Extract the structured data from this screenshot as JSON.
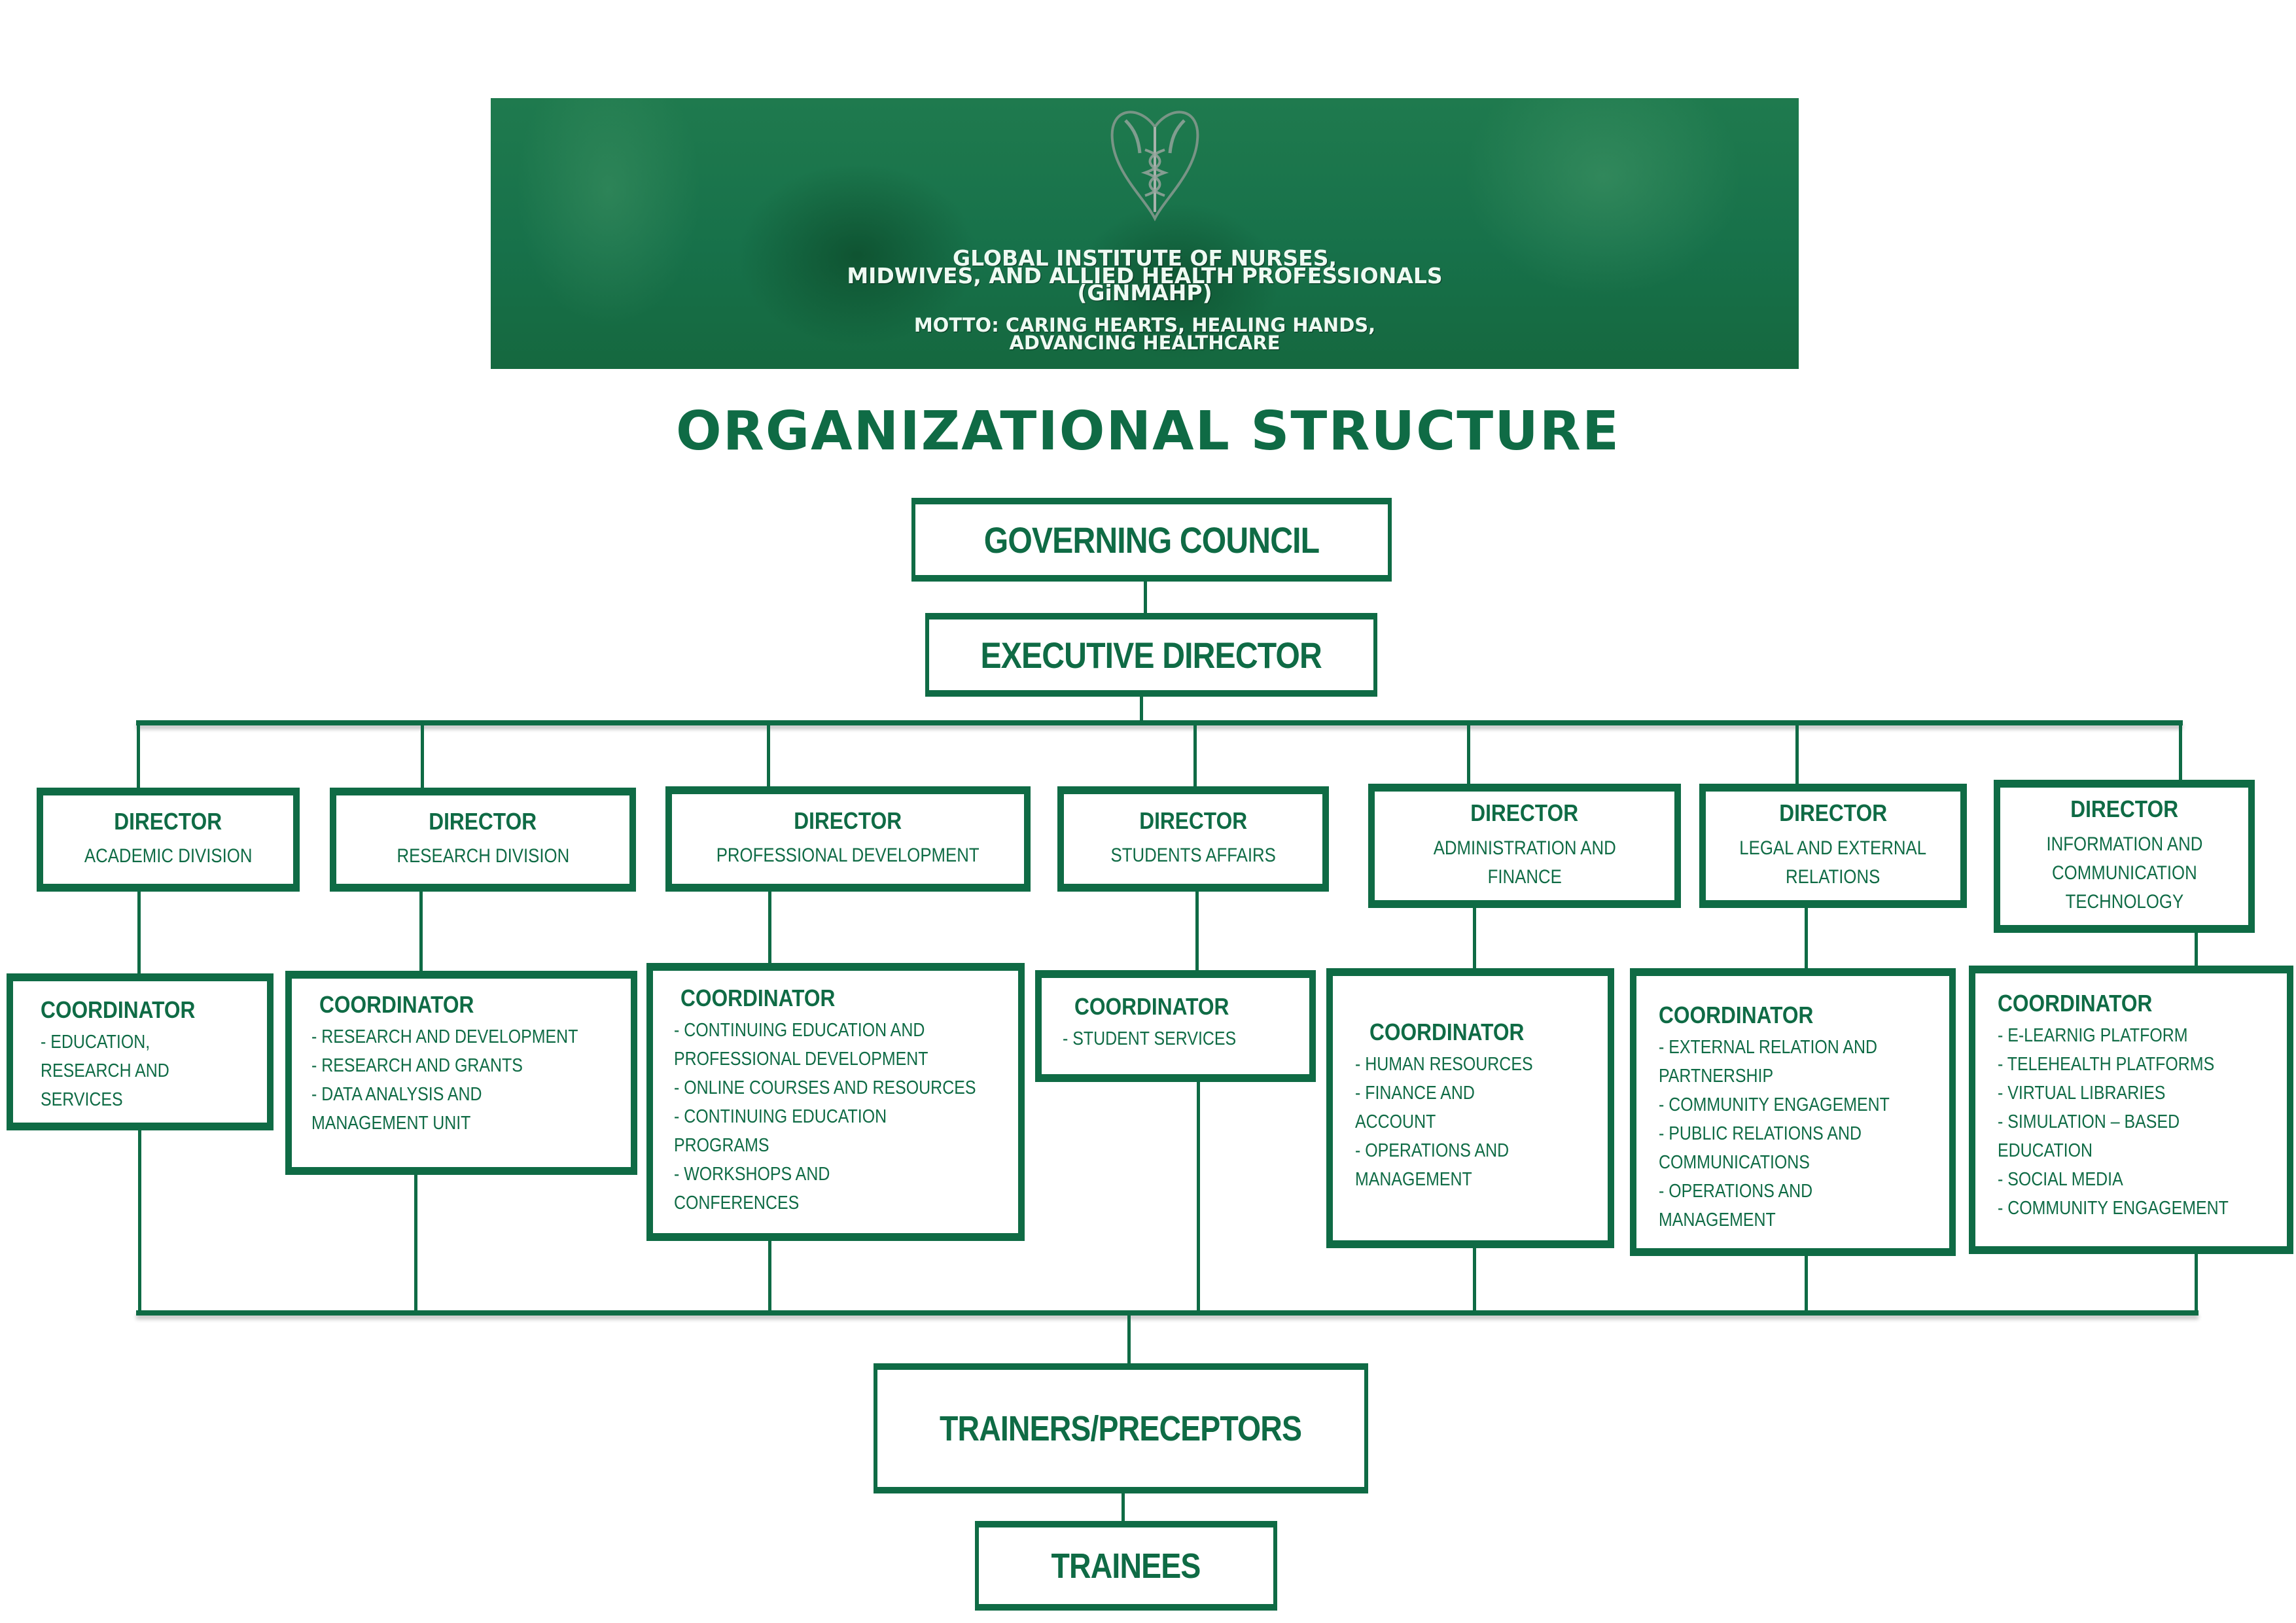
{
  "banner": {
    "logo": "caduceus-heart-logo",
    "institute_line1": "GLOBAL INSTITUTE OF NURSES,",
    "institute_line2": "MIDWIVES, AND ALLIED HEALTH PROFESSIONALS",
    "institute_abbrev": "(GiNMAHP)",
    "motto_line1": "MOTTO: CARING HEARTS, HEALING HANDS,",
    "motto_line2": "ADVANCING HEALTHCARE"
  },
  "page_title": "ORGANIZATIONAL STRUCTURE",
  "colors": {
    "brand_green": "#0f6b45",
    "banner_green": "#1a744b",
    "background": "#ffffff"
  },
  "governing_council": "GOVERNING COUNCIL",
  "executive_director": "EXECUTIVE DIRECTOR",
  "directors": [
    {
      "title": "DIRECTOR",
      "division": "ACADEMIC DIVISION"
    },
    {
      "title": "DIRECTOR",
      "division": "RESEARCH DIVISION"
    },
    {
      "title": "DIRECTOR",
      "division": "PROFESSIONAL DEVELOPMENT"
    },
    {
      "title": "DIRECTOR",
      "division": "STUDENTS AFFAIRS"
    },
    {
      "title": "DIRECTOR",
      "division": "ADMINISTRATION AND\nFINANCE"
    },
    {
      "title": "DIRECTOR",
      "division": "LEGAL AND EXTERNAL\nRELATIONS"
    },
    {
      "title": "DIRECTOR",
      "division": "INFORMATION AND\nCOMMUNICATION\nTECHNOLOGY"
    }
  ],
  "coordinators": [
    {
      "title": "COORDINATOR",
      "lines": [
        "- EDUCATION,",
        "RESEARCH AND",
        "SERVICES"
      ]
    },
    {
      "title": "COORDINATOR",
      "lines": [
        "- RESEARCH AND DEVELOPMENT",
        "- RESEARCH AND GRANTS",
        "- DATA ANALYSIS AND",
        "MANAGEMENT UNIT"
      ]
    },
    {
      "title": "COORDINATOR",
      "lines": [
        "- CONTINUING EDUCATION AND",
        "PROFESSIONAL DEVELOPMENT",
        "- ONLINE COURSES AND RESOURCES",
        "- CONTINUING EDUCATION",
        "PROGRAMS",
        "- WORKSHOPS AND",
        " CONFERENCES"
      ]
    },
    {
      "title": "COORDINATOR",
      "lines": [
        "- STUDENT SERVICES"
      ]
    },
    {
      "title": "COORDINATOR",
      "lines": [
        "- HUMAN RESOURCES",
        "- FINANCE AND",
        "ACCOUNT",
        "- OPERATIONS AND",
        " MANAGEMENT"
      ]
    },
    {
      "title": "COORDINATOR",
      "lines": [
        "- EXTERNAL RELATION AND",
        "PARTNERSHIP",
        "- COMMUNITY ENGAGEMENT",
        "- PUBLIC RELATIONS AND",
        "COMMUNICATIONS",
        "- OPERATIONS AND",
        " MANAGEMENT"
      ]
    },
    {
      "title": "COORDINATOR",
      "lines": [
        "- E-LEARNIG PLATFORM",
        "- TELEHEALTH PLATFORMS",
        "- VIRTUAL LIBRARIES",
        "- SIMULATION – BASED",
        "EDUCATION",
        "- SOCIAL MEDIA",
        "- COMMUNITY ENGAGEMENT"
      ]
    }
  ],
  "trainers": "TRAINERS/PRECEPTORS",
  "trainees": "TRAINEES"
}
